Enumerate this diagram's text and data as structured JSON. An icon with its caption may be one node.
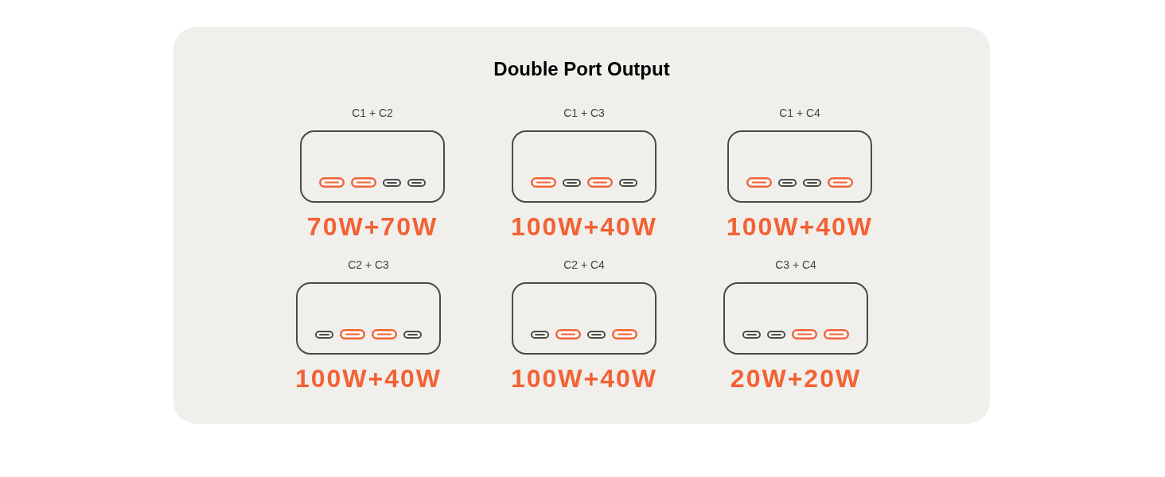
{
  "diagram": {
    "title": "Double Port Output",
    "nodes": [
      {
        "text": [
          "C1 + C2"
        ],
        "beside": [
          "70W+70W"
        ]
      },
      {
        "text": [
          "C1 + C3"
        ],
        "beside": [
          "100W+40W"
        ]
      },
      {
        "text": [
          "C1 + C4"
        ],
        "beside": [
          "100W+40W"
        ]
      },
      {
        "text": [
          "C2 + C3"
        ],
        "beside": [
          "100W+40W"
        ]
      },
      {
        "text": [
          "C2 + C4"
        ],
        "beside": [
          "100W+40W"
        ]
      },
      {
        "text": [
          "C3 + C4"
        ],
        "beside": [
          "20W+20W"
        ]
      }
    ]
  }
}
